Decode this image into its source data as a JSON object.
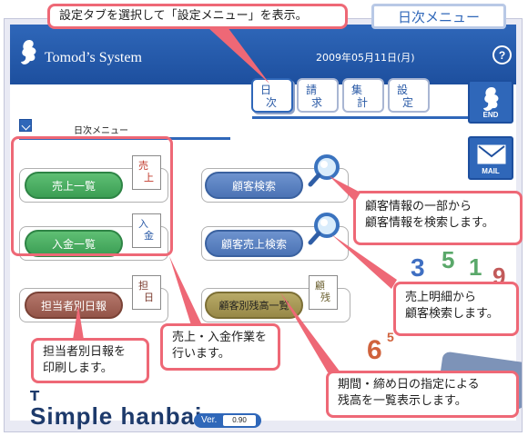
{
  "header": {
    "app_name": "Tomod’s System",
    "date": "2009年05月11日(月)",
    "help_icon": "?"
  },
  "tag": "日次メニュー",
  "tabs": [
    {
      "line1": "日",
      "line2": "次",
      "active": true
    },
    {
      "line1": "請",
      "line2": "求",
      "active": false
    },
    {
      "line1": "集",
      "line2": "計",
      "active": false
    },
    {
      "line1": "設",
      "line2": "定",
      "active": false
    }
  ],
  "page_title": "日次メニュー",
  "side_buttons": {
    "end_label": "END",
    "mail_label": "MAIL"
  },
  "menu": {
    "sales_list": "売上一覧",
    "deposit_list": "入金一覧",
    "staff_daily_report": "担当者別日報",
    "customer_search": "顧客検索",
    "customer_sales_search": "顧客売上検索",
    "customer_balance_list": "顧客別残高一覧"
  },
  "doc_icons": {
    "sales": {
      "line1": "売",
      "line2": "上"
    },
    "deposit": {
      "line1": "入",
      "line2": "金"
    },
    "report": {
      "line1": "担",
      "line2": "日"
    },
    "balance": {
      "line1": "顧",
      "line2": "残"
    }
  },
  "callouts": {
    "tab_note": "設定タブを選択して「設定メニュー」を表示。",
    "customer_search_note_1": "顧客情報の一部から",
    "customer_search_note_2": "顧客情報を検索します。",
    "sales_search_note_1": "売上明細から",
    "sales_search_note_2": "顧客検索します。",
    "report_note_1": "担当者別日報を",
    "report_note_2": "印刷します。",
    "sales_deposit_note_1": "売上・入金作業を",
    "sales_deposit_note_2": "行います。",
    "balance_note_1": "期間・締め日の指定による",
    "balance_note_2": "残高を一覧表示します。"
  },
  "footer": {
    "brand_top": "T",
    "brand": "Simple hanbai",
    "version_label": "Ver.",
    "version": "0.90"
  },
  "colors": {
    "header_blue": "#2f67b9",
    "callout_red": "#ee6876",
    "green_button": "#3b9e54",
    "blue_button": "#4b73b5",
    "brown_button": "#935448",
    "olive_button": "#978847"
  }
}
